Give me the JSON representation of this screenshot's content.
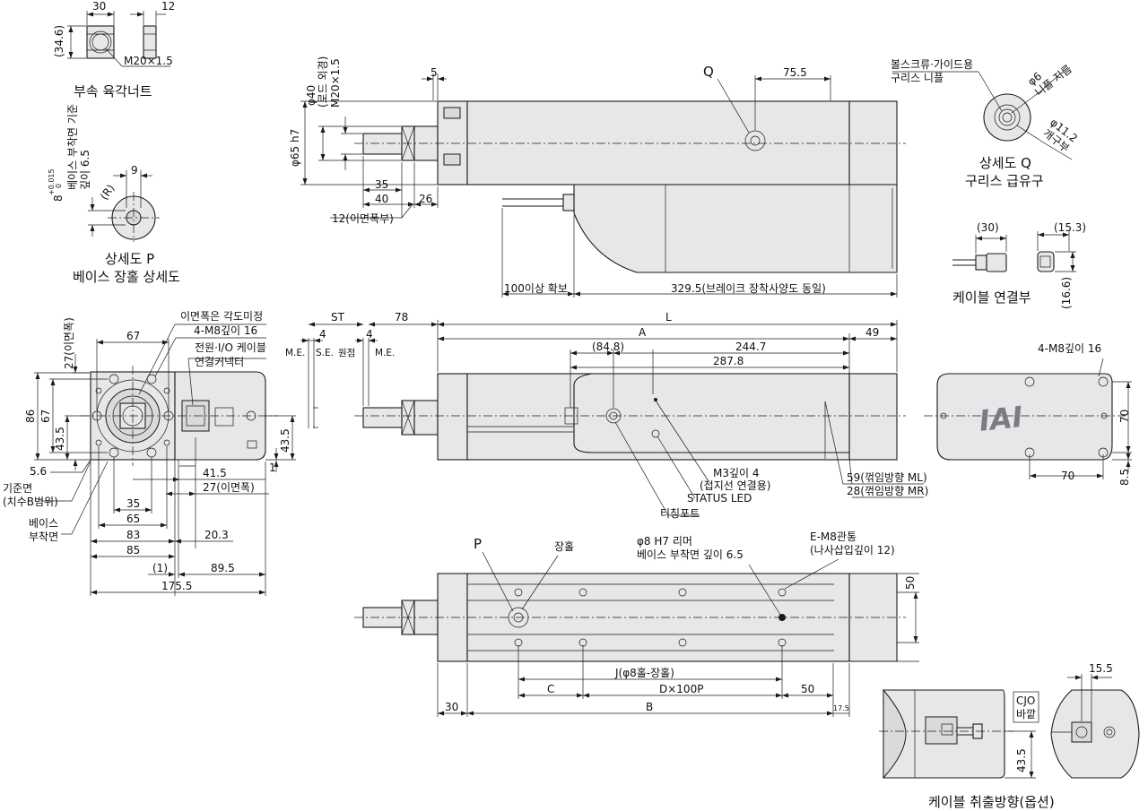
{
  "nut_detail": {
    "dim_width": "30",
    "dim_thick": "12",
    "dim_height": "(34.6)",
    "thread": "M20×1.5",
    "caption": "부속 육각너트"
  },
  "detail_p": {
    "dim_width": "9",
    "radius": "(R)",
    "dim_vertical": "8",
    "tol_upper": "+0.015",
    "tol_lower": "0",
    "note_line1": "베이스 부착면 기준",
    "note_line2": "깊이 6.5",
    "caption_line1": "상세도 P",
    "caption_line2": "베이스 장홀 상세도"
  },
  "detail_q": {
    "note_line1": "볼스크류·가이드용",
    "note_line2": "구리스 니플",
    "dia1": "φ6",
    "dia1_note": "니플 지름",
    "dia2": "φ11.2",
    "dia2_note": "개구부",
    "caption_line1": "상세도 Q",
    "caption_line2": "구리스 급유구"
  },
  "cable_detail": {
    "dim_len": "(30)",
    "dim_w": "(15.3)",
    "dim_h": "(16.6)",
    "caption": "케이블 연결부"
  },
  "top_view": {
    "q_label": "Q",
    "dim_q": "75.5",
    "dim_5": "5",
    "rod_dia_line1": "φ40",
    "rod_dia_line2": "(로드 외경)",
    "rod_thread": "M20×1.5",
    "flange_dia": "φ65 h7",
    "dim_35": "35",
    "dim_40": "40",
    "dim_26": "26",
    "dim_12": "12(이면폭부)",
    "dim_100": "100이상 확보",
    "dim_3295": "329.5(브레이크 장착사양도 동일)"
  },
  "front_view": {
    "dim_67": "67",
    "dim_27_v": "27(이면폭)",
    "note_width": "이면폭은 각도미정",
    "note_tap": "4-M8깊이 16",
    "note_conn_line1": "전원·I/O 케이블",
    "note_conn_line2": "연결커넥터",
    "dim_86": "86",
    "dim_67v": "67",
    "dim_435": "43.5",
    "dim_435r": "43.5",
    "dim_1": "1",
    "dim_56": "5.6",
    "ref_line1": "기준면",
    "ref_line2": "(치수B범위)",
    "base_line1": "베이스",
    "base_line2": "부착면",
    "dim_415": "41.5",
    "dim_27h": "27(이면폭)",
    "dim_35": "35",
    "dim_65": "65",
    "dim_83": "83",
    "dim_203": "20.3",
    "dim_85": "85",
    "dim_p1": "(1)",
    "dim_895": "89.5",
    "dim_1755": "175.5"
  },
  "side_view": {
    "st": "ST",
    "dim_78": "78",
    "me1": "M.E.",
    "dim_4a": "4",
    "se": "S.E.",
    "origin": "원점",
    "dim_4b": "4",
    "me2": "M.E.",
    "dim_L": "L",
    "dim_A": "A",
    "dim_49": "49",
    "dim_848": "(84.8)",
    "dim_2447": "244.7",
    "dim_2878": "287.8",
    "m3_line1": "M3깊이 4",
    "m3_line2": "(접지선 연결용)",
    "status_led": "STATUS LED",
    "teach_port": "티칭포트",
    "ml": "59(꺾임방향 ML)",
    "mr": "28(꺾임방향 MR)",
    "logo": "IAI"
  },
  "end_view": {
    "note_tap": "4-M8깊이 16",
    "dim_70v": "70",
    "dim_70h": "70",
    "dim_85": "8.5"
  },
  "bottom_view": {
    "p_label": "P",
    "slot": "장홀",
    "reamer_line1": "φ8 H7 리머",
    "reamer_line2": "베이스 부착면 깊이 6.5",
    "tap_line1": "E-M8관통",
    "tap_line2": "(나사삽입깊이 12)",
    "dim_50v": "50",
    "dim_J": "J(φ8홀-장홀)",
    "dim_C": "C",
    "dim_D": "D×100P",
    "dim_50": "50",
    "dim_30": "30",
    "dim_B": "B",
    "dim_175": "17.5"
  },
  "option_view": {
    "cjo_line1": "CJO",
    "cjo_line2": "바깥",
    "dim_155": "15.5",
    "dim_435": "43.5",
    "caption": "케이블 취출방향(옵션)"
  }
}
